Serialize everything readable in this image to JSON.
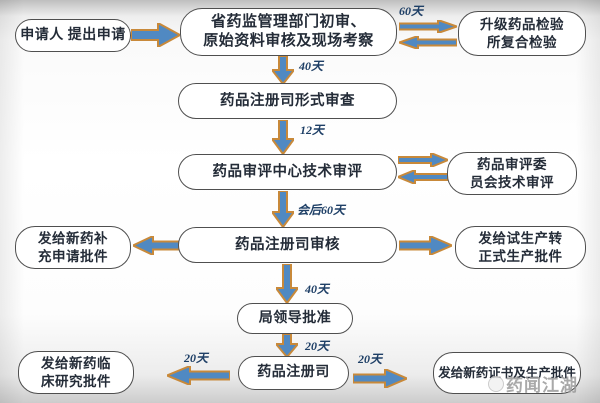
{
  "colors": {
    "arrow_fill": "#5089c2",
    "arrow_outline": "#c8893a",
    "duration_label": "#1e3f66",
    "box_border": "#4f4f4f",
    "box_text": "#242c38",
    "watermark": "#9b9b9b"
  },
  "flowchart": {
    "boxes": {
      "applicant": {
        "text": "申请人 提出申请"
      },
      "provincial": {
        "line1": "省药监管理部门初审、",
        "line2": "原始资料审核及现场考察"
      },
      "institute": {
        "line1": "升级药品检验",
        "line2": "所复合检验"
      },
      "formal_review": {
        "text": "药品注册司形式审查"
      },
      "center_review": {
        "text": "药品审评中心技术审评"
      },
      "committee": {
        "line1": "药品审评委",
        "line2": "员会技术审评"
      },
      "registration_review": {
        "text": "药品注册司审核"
      },
      "supplement": {
        "line1": "发给新药补",
        "line2": "充申请批件"
      },
      "trial_production": {
        "line1": "发给试生产转",
        "line2": "正式生产批件"
      },
      "bureau_approval": {
        "text": "局领导批准"
      },
      "registration_dept": {
        "text": "药品注册司"
      },
      "clinical": {
        "line1": "发给新药临",
        "line2": "床研究批件"
      },
      "certificate": {
        "text": "发给新药证书及生产批件"
      }
    },
    "labels": {
      "provincial_institute": "60天",
      "provincial_to_formal": "40天",
      "formal_to_center": "12天",
      "center_to_registration": "会后60天",
      "registration_to_bureau": "40天",
      "bureau_to_dept": "20天",
      "dept_to_clinical": "20天",
      "dept_to_certificate": "20天"
    }
  },
  "watermark": {
    "text": "药闻江湖"
  }
}
